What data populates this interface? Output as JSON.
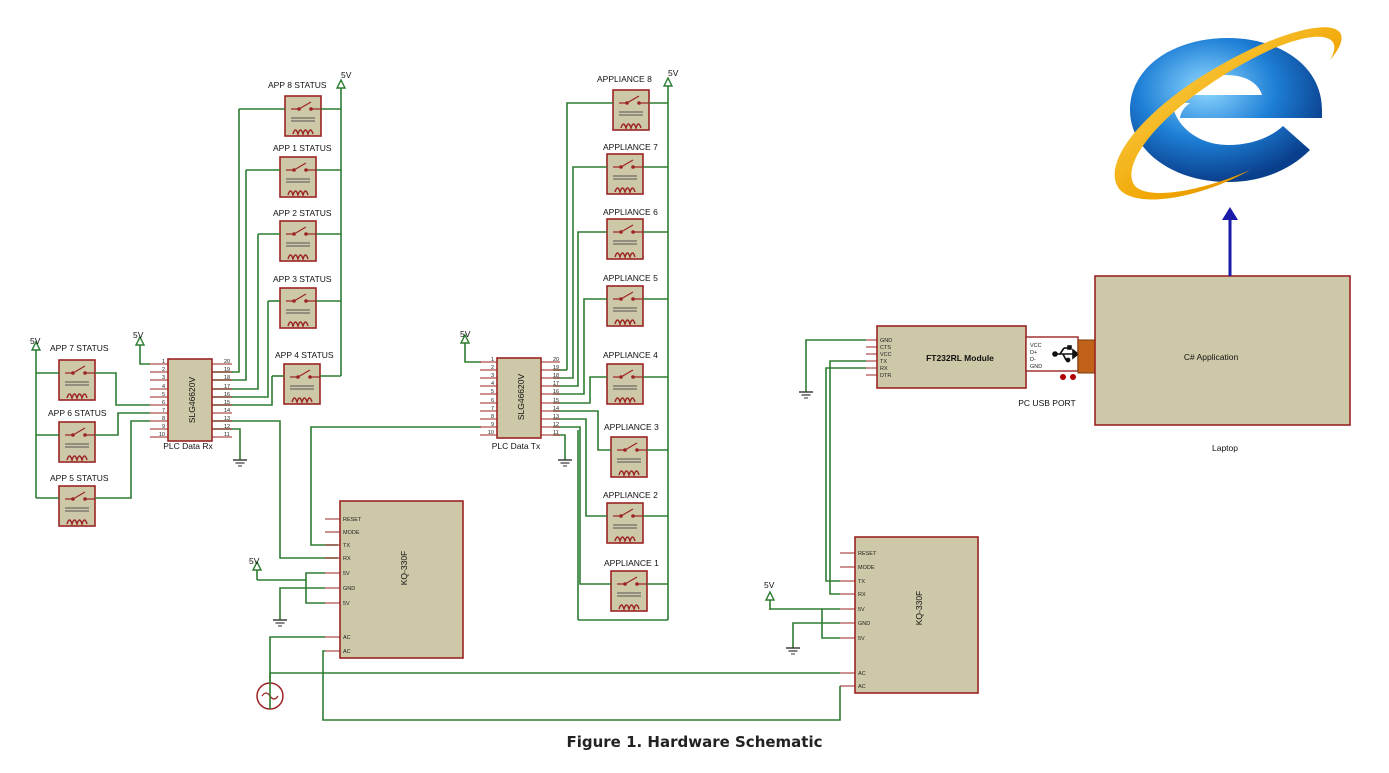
{
  "rx_relay_labels": [
    "APP 8 STATUS",
    "APP 1 STATUS",
    "APP 2 STATUS",
    "APP 3 STATUS",
    "APP 4 STATUS",
    "APP 7 STATUS",
    "APP 6 STATUS",
    "APP 5 STATUS"
  ],
  "tx_relay_labels": [
    "APPLIANCE 8",
    "APPLIANCE 7",
    "APPLIANCE 6",
    "APPLIANCE 5",
    "APPLIANCE 4",
    "APPLIANCE 3",
    "APPLIANCE 2",
    "APPLIANCE 1"
  ],
  "vcc_label": "5V",
  "plc_rx": {
    "chip": "SLG46620V",
    "label": "PLC Data Rx"
  },
  "plc_tx": {
    "chip": "SLG46620V",
    "label": "PLC Data Tx"
  },
  "chip_pins_left": [
    "1",
    "2",
    "3",
    "4",
    "5",
    "6",
    "7",
    "8",
    "9",
    "10"
  ],
  "chip_pins_right": [
    "20",
    "19",
    "18",
    "17",
    "16",
    "15",
    "14",
    "13",
    "12",
    "11"
  ],
  "modem": {
    "name": "KQ-330F",
    "pins": [
      "RESET",
      "MODE",
      "TX",
      "RX",
      "5V",
      "GND",
      "5V",
      "AC",
      "AC"
    ]
  },
  "ft232": {
    "name": "FT232RL Module",
    "pins": [
      "GND",
      "CTS",
      "VCC",
      "TX",
      "RX",
      "DTR"
    ]
  },
  "usb": {
    "pins": [
      "VCC",
      "D+",
      "D-",
      "GND"
    ],
    "label": "PC USB PORT"
  },
  "app": {
    "name": "C# Application",
    "label": "Laptop"
  },
  "caption": "Figure 1. Hardware Schematic",
  "colors": {
    "wire": "#2e7d32",
    "component_fill": "#cdc8a8",
    "component_border": "#9c2323",
    "arrow": "#1a1aa8",
    "connector": "#c0621a"
  },
  "icons": [
    "internet-explorer-icon",
    "usb-icon",
    "ac-source-icon",
    "ground-icon",
    "power-rail-icon"
  ]
}
